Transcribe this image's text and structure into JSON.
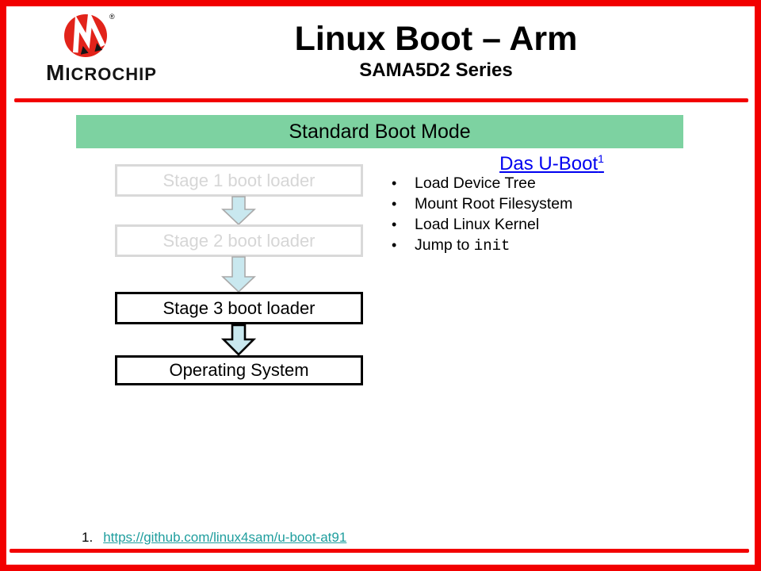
{
  "colors": {
    "accent_red": "#f20000",
    "banner_green": "#7dd2a1",
    "arrow_fill": "#c9e8ef",
    "ghost_gray": "#d9d9d9",
    "link_blue": "#0000f0",
    "link_teal": "#1f9e9e",
    "logo_red": "#e2231a"
  },
  "logo": {
    "brand": "Microchip",
    "wordmark_initial": "M",
    "wordmark_rest": "ICROCHIP",
    "registered_mark": "®"
  },
  "header": {
    "title": "Linux Boot – Arm",
    "subtitle": "SAMA5D2 Series"
  },
  "banner": {
    "label": "Standard Boot Mode"
  },
  "diagram": {
    "stages": [
      {
        "label": "Stage 1 boot loader",
        "state": "ghost"
      },
      {
        "label": "Stage 2 boot loader",
        "state": "ghost"
      },
      {
        "label": "Stage 3 boot loader",
        "state": "active"
      },
      {
        "label": "Operating System",
        "state": "active"
      }
    ]
  },
  "uboot": {
    "heading": "Das U-Boot",
    "heading_superscript": "1",
    "bullets": [
      {
        "text": "Load Device Tree"
      },
      {
        "text": "Mount Root Filesystem"
      },
      {
        "text": "Load Linux Kernel"
      },
      {
        "text": "Jump to ",
        "code": "init"
      }
    ]
  },
  "footnote": {
    "number": "1.",
    "link": "https://github.com/linux4sam/u-boot-at91"
  }
}
